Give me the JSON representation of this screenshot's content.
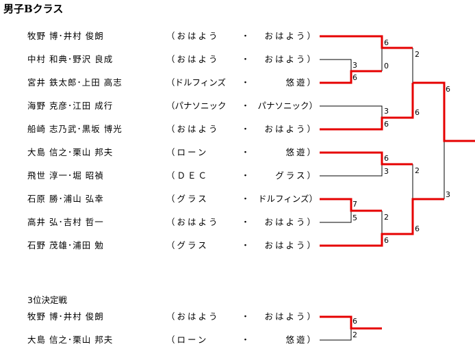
{
  "title": "男子Bクラス",
  "separator": "・",
  "open_paren": "（",
  "close_paren": "）",
  "entries": [
    {
      "name": "牧野 博･井村 俊朗",
      "club1": "おはよう",
      "club2": "おはよう"
    },
    {
      "name": "中村 和典･野沢 良成",
      "club1": "おはよう",
      "club2": "おはよう"
    },
    {
      "name": "宮井 鉄太郎･上田 高志",
      "club1": "ドルフィンズ",
      "club2": "悠遊"
    },
    {
      "name": "海野 克彦･江田 成行",
      "club1": "パナソニック",
      "club2": "パナソニック"
    },
    {
      "name": "船崎 志乃武･黒坂 博光",
      "club1": "おはよう",
      "club2": "おはよう"
    },
    {
      "name": "大島 信之･栗山 邦夫",
      "club1": "ローン",
      "club2": "悠遊"
    },
    {
      "name": "飛世 淳一･堀 昭禎",
      "club1": "ＤＥＣ",
      "club2": "グラス"
    },
    {
      "name": "石原 勝･浦山 弘幸",
      "club1": "グラス",
      "club2": "ドルフィンズ"
    },
    {
      "name": "高井 弘･吉村 哲一",
      "club1": "おはよう",
      "club2": "おはよう"
    },
    {
      "name": "石野 茂雄･浦田 勉",
      "club1": "グラス",
      "club2": "おはよう"
    }
  ],
  "scores": {
    "r1_2v3": [
      "3",
      "6"
    ],
    "r1_8v9": [
      "7",
      "5"
    ],
    "r2_1v23": [
      "6",
      "0"
    ],
    "r2_4v5": [
      "3",
      "6"
    ],
    "r2_6v7": [
      "6",
      "3"
    ],
    "r2_89v10": [
      "2",
      "6"
    ],
    "sf_top": [
      "2",
      "6"
    ],
    "sf_bottom": [
      "2",
      "6"
    ],
    "final": [
      "6",
      "3"
    ]
  },
  "third_place": {
    "label": "3位決定戦",
    "entries": [
      {
        "name": "牧野 博･井村 俊朗",
        "club1": "おはよう",
        "club2": "おはよう"
      },
      {
        "name": "大島 信之･栗山 邦夫",
        "club1": "ローン",
        "club2": "悠遊"
      }
    ],
    "scores": [
      "6",
      "2"
    ]
  },
  "colors": {
    "winner_line": "#e60000",
    "loser_line": "#000000"
  }
}
